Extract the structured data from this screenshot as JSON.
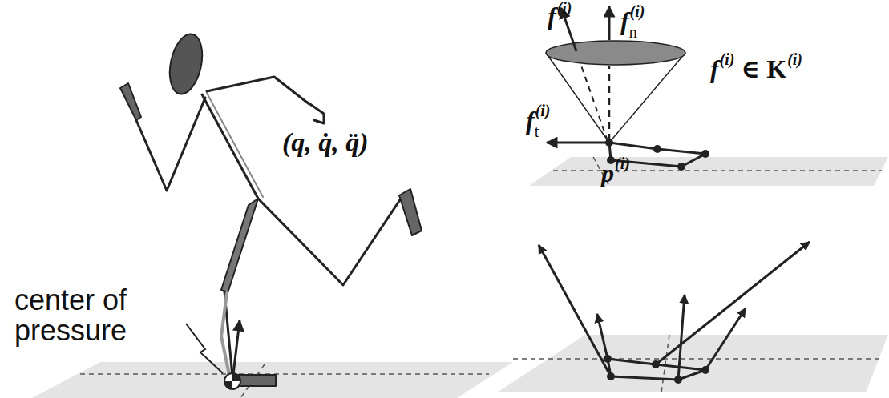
{
  "diagram": {
    "labels": [
      "center of pressure",
      "(q, q̇, q̈)",
      "f",
      "(i)",
      "f",
      "(i)",
      "n",
      "f",
      "(i)",
      "t",
      "p",
      "(i)",
      "f",
      "(i)",
      "∈ K",
      "(i)"
    ]
  }
}
